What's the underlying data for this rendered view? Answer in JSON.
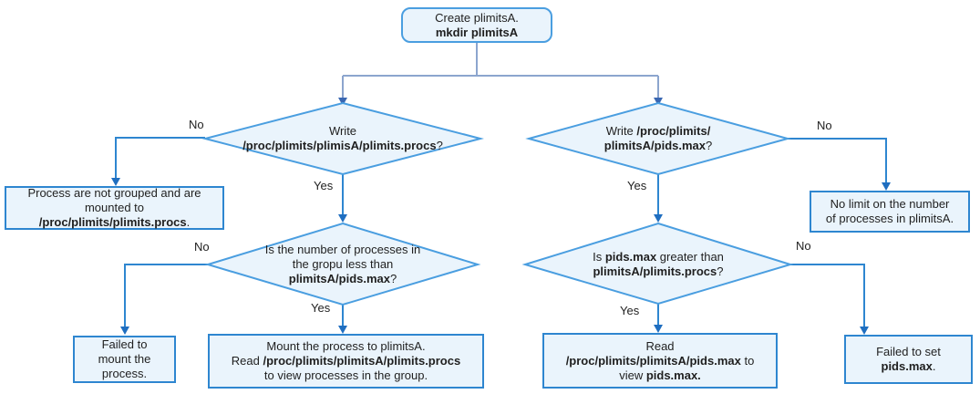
{
  "colors": {
    "shape_fill": "#eaf4fc",
    "shape_border": "#4a9ee0",
    "rect_border": "#2e86d0",
    "connector": "#2e86d0",
    "connector_arrow": "#1f6ec0",
    "connector_top": "#8ca5ce",
    "connector_top_arrow": "#3a67b2"
  },
  "labels": {
    "yes": "Yes",
    "no": "No"
  },
  "nodes": {
    "start": {
      "lines": [
        [
          {
            "t": "Create plimitsA.",
            "b": false
          }
        ],
        [
          {
            "t": "mkdir plimitsA",
            "b": true
          }
        ]
      ]
    },
    "write_procs_diamond": {
      "lines": [
        [
          {
            "t": "Write",
            "b": false
          }
        ],
        [
          {
            "t": "/proc/plimits/plimisA/plimits.procs",
            "b": true
          },
          {
            "t": "?",
            "b": false
          }
        ]
      ]
    },
    "write_pidsmax_diamond": {
      "lines": [
        [
          {
            "t": "Write ",
            "b": false
          },
          {
            "t": "/proc/plimits/",
            "b": true
          }
        ],
        [
          {
            "t": "plimitsA/pids.max",
            "b": true
          },
          {
            "t": "?",
            "b": false
          }
        ]
      ]
    },
    "not_grouped_box": {
      "lines": [
        [
          {
            "t": "Process are not grouped and are",
            "b": false
          }
        ],
        [
          {
            "t": "mounted to",
            "b": false
          }
        ],
        [
          {
            "t": "/proc/plimits/plimits.procs",
            "b": true
          },
          {
            "t": ".",
            "b": false
          }
        ]
      ]
    },
    "no_limit_box": {
      "lines": [
        [
          {
            "t": "No limit on the number",
            "b": false
          }
        ],
        [
          {
            "t": "of processes in plimitsA.",
            "b": false
          }
        ]
      ]
    },
    "count_less_diamond": {
      "lines": [
        [
          {
            "t": "Is the number of processes in",
            "b": false
          }
        ],
        [
          {
            "t": "the gropu less than",
            "b": false
          }
        ],
        [
          {
            "t": "plimitsA/pids.max",
            "b": true
          },
          {
            "t": "?",
            "b": false
          }
        ]
      ]
    },
    "pidsmax_greater_diamond": {
      "lines": [
        [
          {
            "t": "Is ",
            "b": false
          },
          {
            "t": "pids.max",
            "b": true
          },
          {
            "t": " greater than",
            "b": false
          }
        ],
        [
          {
            "t": "plimitsA/plimits.procs",
            "b": true
          },
          {
            "t": "?",
            "b": false
          }
        ]
      ]
    },
    "failed_mount_box": {
      "lines": [
        [
          {
            "t": "Failed to",
            "b": false
          }
        ],
        [
          {
            "t": "mount the",
            "b": false
          }
        ],
        [
          {
            "t": "process.",
            "b": false
          }
        ]
      ]
    },
    "mount_process_box": {
      "lines": [
        [
          {
            "t": "Mount the process to plimitsA.",
            "b": false
          }
        ],
        [
          {
            "t": "Read ",
            "b": false
          },
          {
            "t": "/proc/plimits/plimitsA/plimits.procs",
            "b": true
          }
        ],
        [
          {
            "t": "to view processes in the group.",
            "b": false
          }
        ]
      ]
    },
    "read_pidsmax_box": {
      "lines": [
        [
          {
            "t": "Read",
            "b": false
          }
        ],
        [
          {
            "t": "/proc/plimits/plimitsA/pids.max",
            "b": true
          },
          {
            "t": " to",
            "b": false
          }
        ],
        [
          {
            "t": "view ",
            "b": false
          },
          {
            "t": "pids.max.",
            "b": true
          }
        ]
      ]
    },
    "failed_set_box": {
      "lines": [
        [
          {
            "t": "Failed to set",
            "b": false
          }
        ],
        [
          {
            "t": "pids.max",
            "b": true
          },
          {
            "t": ".",
            "b": false
          }
        ]
      ]
    }
  }
}
